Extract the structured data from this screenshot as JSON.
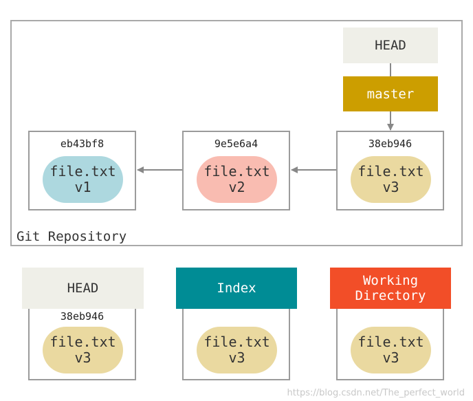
{
  "repository": {
    "label": "Git Repository",
    "head_label": "HEAD",
    "branch_label": "master",
    "commits": [
      {
        "hash": "eb43bf8",
        "file": "file.txt",
        "version": "v1"
      },
      {
        "hash": "9e5e6a4",
        "file": "file.txt",
        "version": "v2"
      },
      {
        "hash": "38eb946",
        "file": "file.txt",
        "version": "v3"
      }
    ]
  },
  "trees": [
    {
      "title": "HEAD",
      "hash": "38eb946",
      "file": "file.txt",
      "version": "v3"
    },
    {
      "title": "Index",
      "file": "file.txt",
      "version": "v3"
    },
    {
      "title_line1": "Working",
      "title_line2": "Directory",
      "file": "file.txt",
      "version": "v3"
    }
  ],
  "watermark": "https://blog.csdn.net/The_perfect_world",
  "colors": {
    "head": "#efefe8",
    "master": "#cc9e00",
    "index": "#008c95",
    "working_directory": "#f24e28",
    "blob_v1": "#add8df",
    "blob_v2": "#f9bcb1",
    "blob_v3": "#ead9a0",
    "arrow": "#888888"
  }
}
